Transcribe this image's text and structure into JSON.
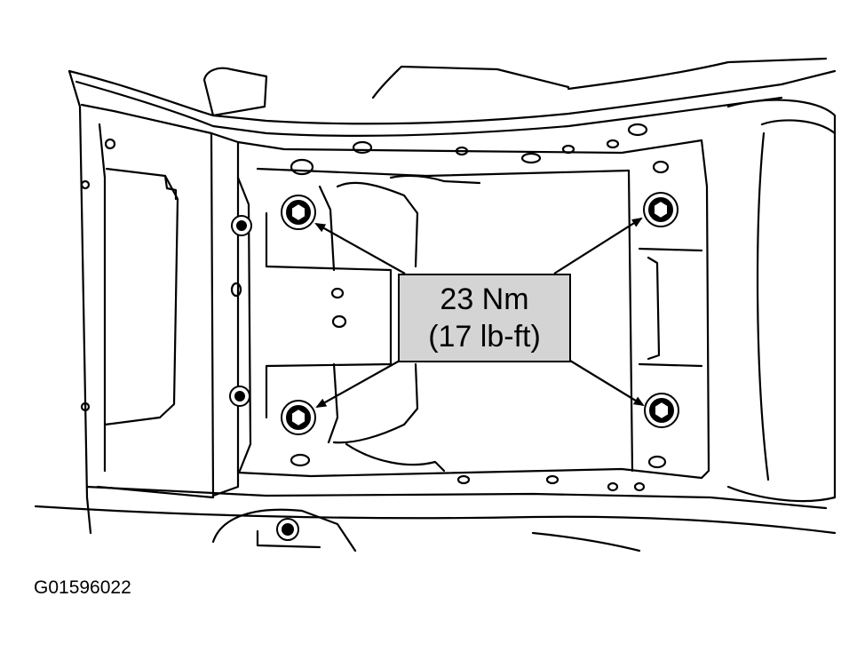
{
  "callout": {
    "line1": "23 Nm",
    "line2": "(17 lb-ft)"
  },
  "figure_id": "G01596022",
  "colors": {
    "line": "#000000",
    "label_fill": "#d4d4d4",
    "background": "#ffffff"
  }
}
